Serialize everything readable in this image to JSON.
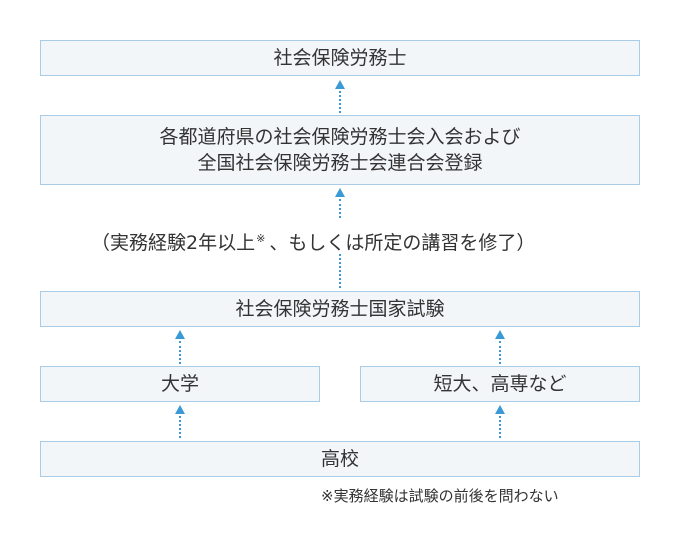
{
  "boxes": {
    "top": "社会保険労務士",
    "registration_line1": "各都道府県の社会保険労務士会入会および",
    "registration_line2": "全国社会保険労務士会連合会登録",
    "exam": "社会保険労務士国家試験",
    "university": "大学",
    "junior_college": "短大、高専など",
    "high_school": "高校"
  },
  "requirement": {
    "main": "（実務経験2年以上",
    "mark": "※",
    "rest": "、もしくは所定の講習を修了）"
  },
  "footnote": "※実務経験は試験の前後を問わない",
  "colors": {
    "box_fill": "#f3f6f9",
    "box_border": "#a9cde6",
    "arrow": "#3a9ad6",
    "text": "#333333"
  }
}
